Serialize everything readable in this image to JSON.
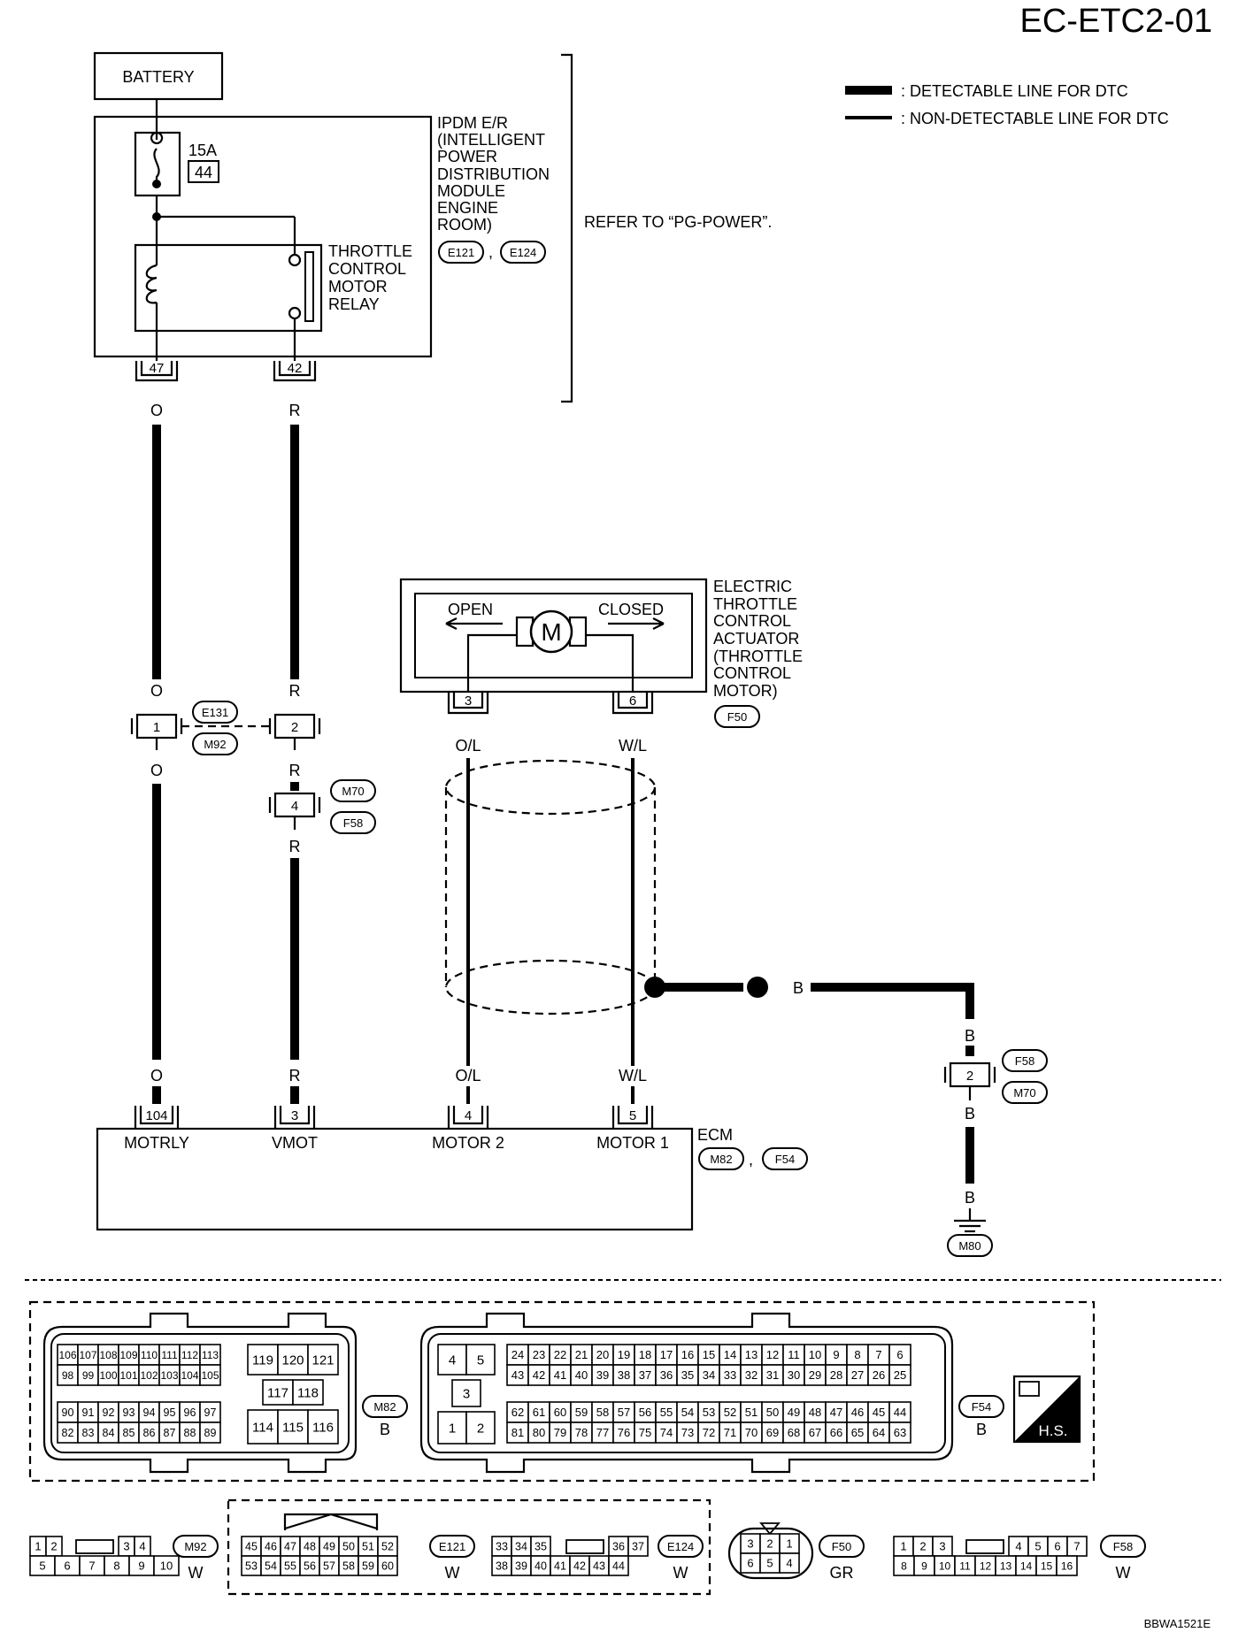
{
  "header": {
    "page_code": "EC-ETC2-01",
    "figure_code": "BBWA1521E"
  },
  "legend": {
    "detectable": ": DETECTABLE LINE FOR DTC",
    "non_detectable": ": NON-DETECTABLE LINE FOR DTC"
  },
  "battery": {
    "label": "BATTERY"
  },
  "ipdm": {
    "lines": [
      "IPDM E/R",
      "(INTELLIGENT",
      "POWER",
      "DISTRIBUTION",
      "MODULE",
      "ENGINE",
      "ROOM)"
    ],
    "connectors": [
      "E121",
      "E124"
    ],
    "fuse_rating": "15A",
    "fuse_number": "44",
    "relay_lines": [
      "THROTTLE",
      "CONTROL",
      "MOTOR",
      "RELAY"
    ],
    "refer_note": "REFER TO “PG-POWER”.",
    "pins": [
      "47",
      "42"
    ]
  },
  "wires": {
    "o": "O",
    "r": "R",
    "ol": "O/L",
    "wl": "W/L",
    "b": "B"
  },
  "joint_e131": {
    "connectors": [
      "E131",
      "M92"
    ],
    "pins": [
      "1",
      "2"
    ]
  },
  "joint_m70": {
    "connectors": [
      "M70",
      "F58"
    ],
    "pin": "4"
  },
  "joint_f58": {
    "connectors": [
      "F58",
      "M70"
    ],
    "pin": "2"
  },
  "actuator": {
    "lines": [
      "ELECTRIC",
      "THROTTLE",
      "CONTROL",
      "ACTUATOR",
      "(THROTTLE",
      "CONTROL",
      "MOTOR)"
    ],
    "connector": "F50",
    "open": "OPEN",
    "closed": "CLOSED",
    "motor": "M",
    "pins": [
      "3",
      "6"
    ]
  },
  "ecm": {
    "label": "ECM",
    "connectors": [
      "M82",
      "F54"
    ],
    "terminals": [
      {
        "pin": "104",
        "name": "MOTRLY"
      },
      {
        "pin": "3",
        "name": "VMOT"
      },
      {
        "pin": "4",
        "name": "MOTOR 2"
      },
      {
        "pin": "5",
        "name": "MOTOR 1"
      }
    ]
  },
  "ground": {
    "connector": "M80"
  },
  "connector_m82": {
    "id": "M82",
    "color": "B",
    "row1": [
      "106",
      "107",
      "108",
      "109",
      "110",
      "111",
      "112",
      "113"
    ],
    "row2": [
      "98",
      "99",
      "100",
      "101",
      "102",
      "103",
      "104",
      "105"
    ],
    "row3": [
      "90",
      "91",
      "92",
      "93",
      "94",
      "95",
      "96",
      "97"
    ],
    "row4": [
      "82",
      "83",
      "84",
      "85",
      "86",
      "87",
      "88",
      "89"
    ],
    "mid_top": [
      "119",
      "120",
      "121"
    ],
    "mid_mid": [
      "117",
      "118"
    ],
    "mid_bot": [
      "114",
      "115",
      "116"
    ]
  },
  "connector_f54": {
    "id": "F54",
    "color": "B",
    "left_top": [
      "4",
      "5"
    ],
    "left_mid": [
      "3"
    ],
    "left_bot": [
      "1",
      "2"
    ],
    "row1": [
      "24",
      "23",
      "22",
      "21",
      "20",
      "19",
      "18",
      "17",
      "16",
      "15",
      "14",
      "13",
      "12",
      "11",
      "10",
      "9",
      "8",
      "7",
      "6"
    ],
    "row2": [
      "43",
      "42",
      "41",
      "40",
      "39",
      "38",
      "37",
      "36",
      "35",
      "34",
      "33",
      "32",
      "31",
      "30",
      "29",
      "28",
      "27",
      "26",
      "25"
    ],
    "row3": [
      "62",
      "61",
      "60",
      "59",
      "58",
      "57",
      "56",
      "55",
      "54",
      "53",
      "52",
      "51",
      "50",
      "49",
      "48",
      "47",
      "46",
      "45",
      "44"
    ],
    "row4": [
      "81",
      "80",
      "79",
      "78",
      "77",
      "76",
      "75",
      "74",
      "73",
      "72",
      "71",
      "70",
      "69",
      "68",
      "67",
      "66",
      "65",
      "64",
      "63"
    ]
  },
  "hs_badge": "H.S.",
  "connector_m92": {
    "id": "M92",
    "color": "W",
    "top_left": [
      "1",
      "2"
    ],
    "top_right": [
      "3",
      "4"
    ],
    "bottom": [
      "5",
      "6",
      "7",
      "8",
      "9",
      "10"
    ]
  },
  "connector_e121": {
    "id": "E121",
    "color": "W",
    "top": [
      "45",
      "46",
      "47",
      "48",
      "49",
      "50",
      "51",
      "52"
    ],
    "bottom": [
      "53",
      "54",
      "55",
      "56",
      "57",
      "58",
      "59",
      "60"
    ]
  },
  "connector_e124": {
    "id": "E124",
    "color": "W",
    "top_left": [
      "33",
      "34",
      "35"
    ],
    "top_right": [
      "36",
      "37"
    ],
    "bottom": [
      "38",
      "39",
      "40",
      "41",
      "42",
      "43",
      "44"
    ]
  },
  "connector_f50": {
    "id": "F50",
    "color": "GR",
    "top": [
      "3",
      "2",
      "1"
    ],
    "bottom": [
      "6",
      "5",
      "4"
    ]
  },
  "connector_f58": {
    "id": "F58",
    "color": "W",
    "top_left": [
      "1",
      "2",
      "3"
    ],
    "top_right": [
      "4",
      "5",
      "6",
      "7"
    ],
    "bottom": [
      "8",
      "9",
      "10",
      "11",
      "12",
      "13",
      "14",
      "15",
      "16"
    ]
  }
}
